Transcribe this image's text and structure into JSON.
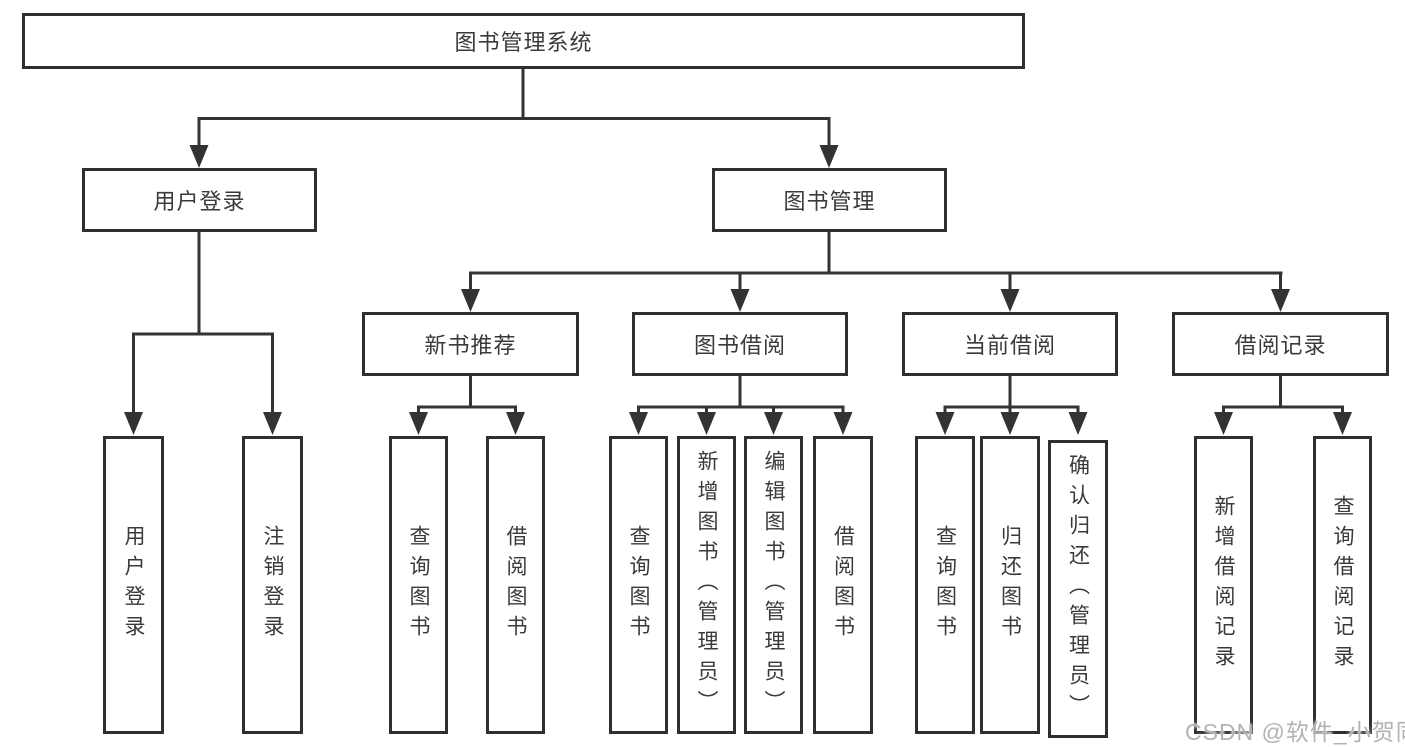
{
  "diagram": {
    "root": "图书管理系统",
    "level2": {
      "user_login": "用户登录",
      "book_mgmt": "图书管理"
    },
    "level3": {
      "new_books": "新书推荐",
      "borrowing": "图书借阅",
      "current": "当前借阅",
      "records": "借阅记录"
    },
    "leaves": {
      "user_login_login": "用户登录",
      "user_login_logout": "注销登录",
      "new_books_query": "查询图书",
      "new_books_borrow": "借阅图书",
      "borrowing_query": "查询图书",
      "borrowing_add": "新增图书（管理员）",
      "borrowing_edit": "编辑图书（管理员）",
      "borrowing_borrow": "借阅图书",
      "current_query": "查询图书",
      "current_return": "归还图书",
      "current_confirm": "确认归还（管理员）",
      "records_add": "新增借阅记录",
      "records_query": "查询借阅记录"
    }
  },
  "watermark": "CSDN @软件_小贺同学",
  "colors": {
    "line": "#333333",
    "border": "#2f2f2f",
    "text": "#3a3a3a",
    "watermark": "#b3b3b3",
    "background": "#ffffff"
  }
}
